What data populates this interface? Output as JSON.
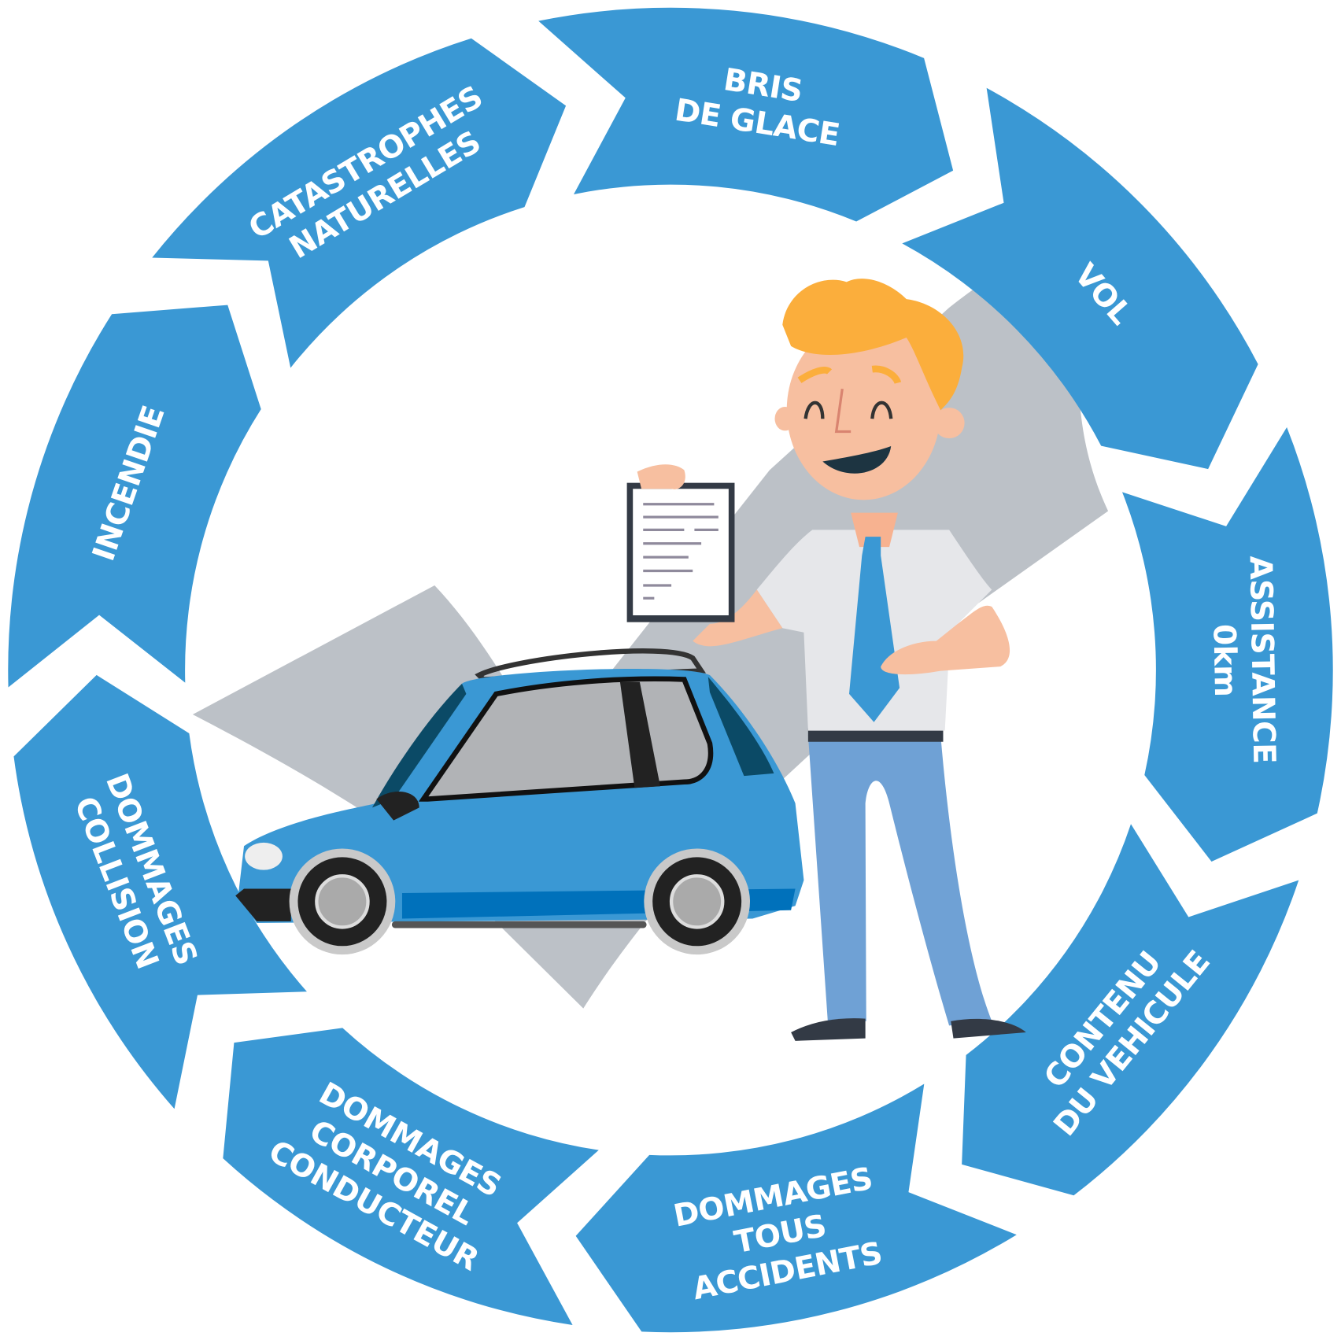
{
  "colors": {
    "segment": "#3a98d4",
    "center_arrow": "#bcc1c7",
    "car_body": "#3a98d4",
    "hair": "#fbae3c",
    "skin": "#f7bfa0",
    "trousers": "#6fa1d5",
    "shirt": "#e6e7ea",
    "tie": "#3a98d4"
  },
  "segments": [
    {
      "lines": [
        "BRIS",
        "DE GLACE"
      ],
      "icon": "arrow"
    },
    {
      "lines": [
        "VOL"
      ],
      "icon": "arrow"
    },
    {
      "lines": [
        "ASSISTANCE",
        "0km"
      ],
      "icon": "arrow"
    },
    {
      "lines": [
        "CONTENU",
        "DU VEHICULE"
      ],
      "icon": "arrow"
    },
    {
      "lines": [
        "DOMMAGES",
        "TOUS",
        "ACCIDENTS"
      ],
      "icon": "arrow"
    },
    {
      "lines": [
        "DOMMAGES",
        "CORPOREL",
        "CONDUCTEUR"
      ],
      "icon": "arrow"
    },
    {
      "lines": [
        "DOMMAGES",
        "COLLISION"
      ],
      "icon": "arrow"
    },
    {
      "lines": [
        "INCENDIE"
      ],
      "icon": "arrow"
    },
    {
      "lines": [
        "CATASTROPHES",
        "NATURELLES"
      ],
      "icon": "arrow"
    }
  ]
}
